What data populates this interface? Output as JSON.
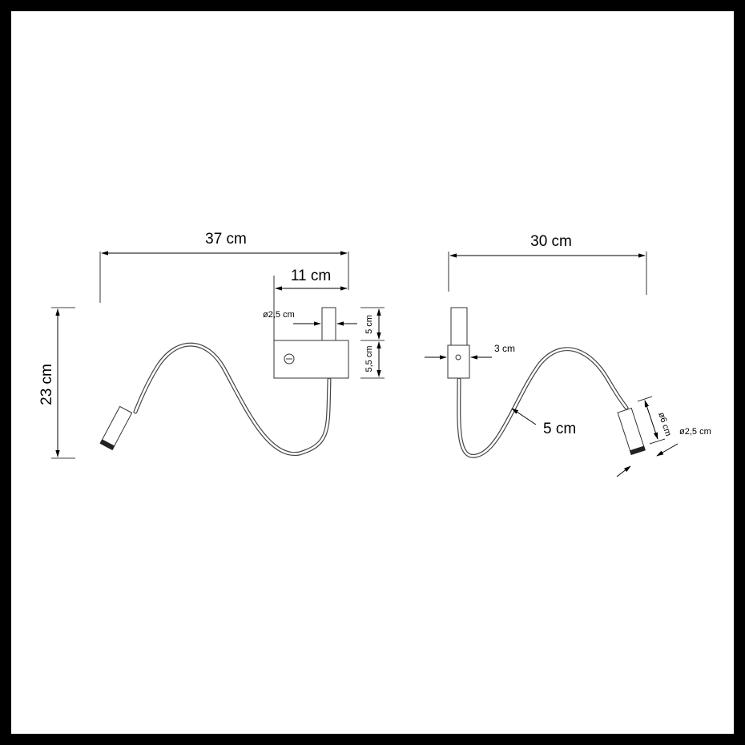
{
  "labels": {
    "width_left": "37 cm",
    "base_width": "11 cm",
    "tube_diameter_left": "ø2,5 cm",
    "tube_height": "5 cm",
    "base_height": "5,5 cm",
    "total_height": "23 cm",
    "width_right": "30 cm",
    "base_depth": "3 cm",
    "arm_thickness": "5 cm",
    "head_length": "ø6 cm",
    "head_diameter": "ø2,5 cm"
  }
}
